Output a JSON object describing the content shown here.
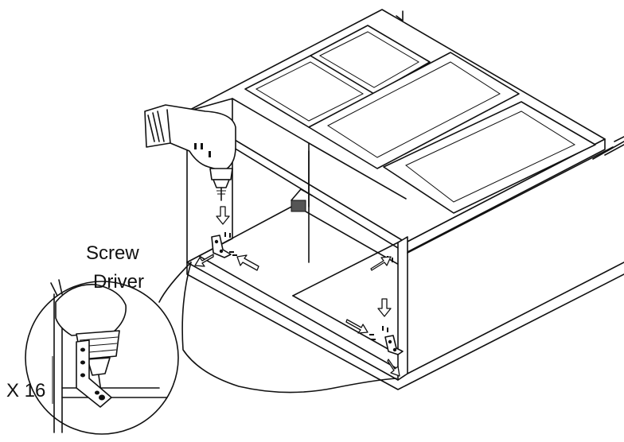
{
  "diagram": {
    "labels": {
      "tool_line1": "Screw",
      "tool_line2": "Driver",
      "quantity": "X 16"
    }
  }
}
